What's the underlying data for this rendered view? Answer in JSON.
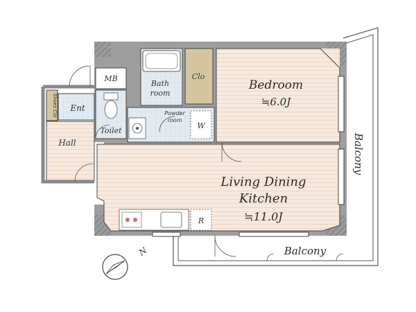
{
  "rooms": {
    "bedroom": {
      "name": "Bedroom",
      "size": "≒6.0J"
    },
    "ldk": {
      "name_line1": "Living Dining",
      "name_line2": "Kitchen",
      "size": "≒11.0J"
    },
    "bath": {
      "line1": "Bath",
      "line2": "room"
    },
    "clo": "Clo",
    "mb": "MB",
    "ent": "Ent",
    "shoes": "Shoes Clo",
    "toilet": "Toilet",
    "powder": {
      "line1": "Powder",
      "line2": "room"
    },
    "washer": "W",
    "hall": "Hall",
    "fridge": "R"
  },
  "balcony_side": "Balcony",
  "balcony_bottom": "Balcony",
  "compass": {
    "label": "N"
  },
  "colors": {
    "wall": "#9e9e9e",
    "wall_dark": "#6d6d6d",
    "floor_wood": "#f7e7dc",
    "floor_wood_line": "#ecd3c3",
    "tile": "#dfe7ee",
    "clo_fill": "#d9cba7",
    "outline": "#333333"
  }
}
